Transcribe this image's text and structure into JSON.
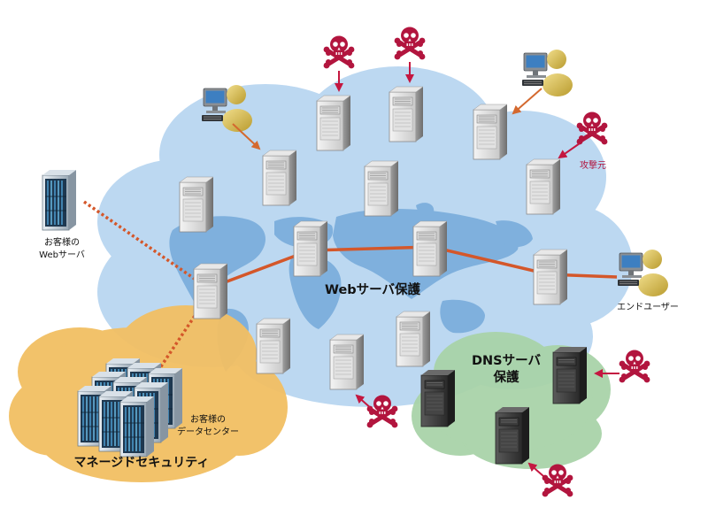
{
  "labels": {
    "web_protection": "Webサーバ保護",
    "dns_protection_line1": "DNSサーバ",
    "dns_protection_line2": "保護",
    "managed_security": "マネージドセキュリティ",
    "customer_web_server_line1": "お客様の",
    "customer_web_server_line2": "Webサーバ",
    "customer_datacenter_line1": "お客様の",
    "customer_datacenter_line2": "データセンター",
    "attacker": "攻撃元",
    "end_user": "エンドユーザー"
  },
  "colors": {
    "main_cloud": "#bcd8f1",
    "continents": "#7fb0dd",
    "managed_cloud": "#f2bf63",
    "dns_cloud": "#a9d3a9",
    "route": "#d4572a",
    "attack_arrow": "#c41740",
    "skull": "#b2153e",
    "user_arrow": "#d4692f",
    "attacker_text": "#b2153e"
  },
  "icons": {
    "attacker": "skull-crossbones-icon",
    "user": "user-at-computer-icon",
    "server": "rack-server-icon"
  }
}
